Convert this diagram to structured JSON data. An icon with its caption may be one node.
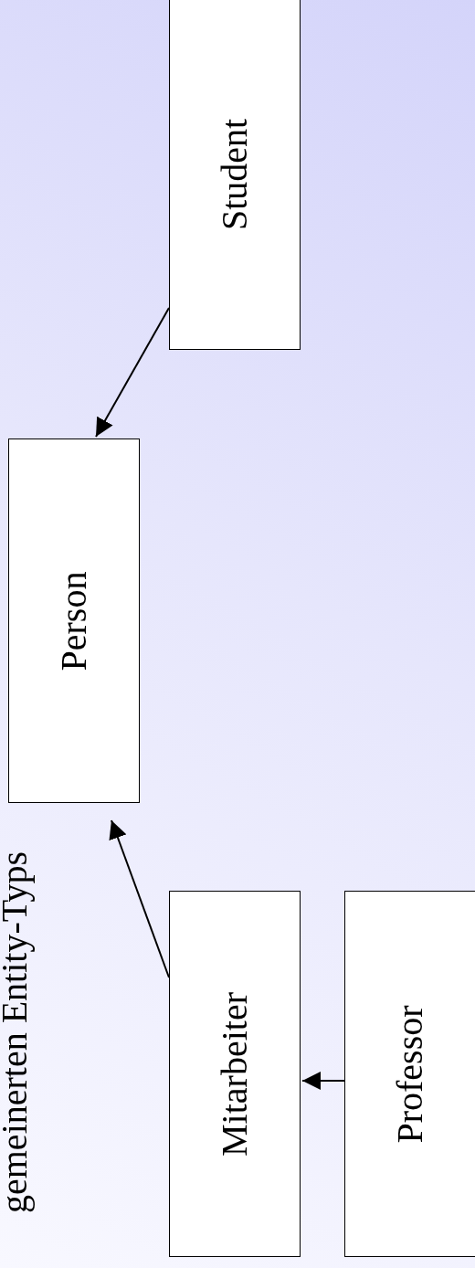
{
  "diagram": {
    "title": "gemeinerten Entity-Typs",
    "nodes": [
      {
        "text": [
          "Student"
        ]
      },
      {
        "text": [
          "Person"
        ]
      },
      {
        "text": [
          "Mitarbeiter"
        ]
      },
      {
        "text": [
          "Professor"
        ]
      }
    ],
    "edges": [
      {
        "from": 0,
        "to": 1,
        "arrow": "to"
      },
      {
        "from": 2,
        "to": 1,
        "arrow": "to"
      },
      {
        "from": 3,
        "to": 2,
        "arrow": "to"
      }
    ]
  }
}
